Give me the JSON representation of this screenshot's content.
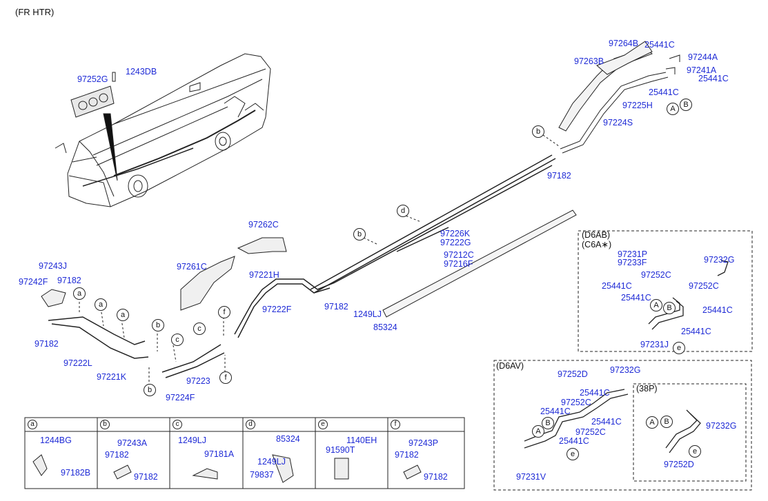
{
  "diagram": {
    "title": "(FR HTR)",
    "main_parts": {
      "p97252G": "97252G",
      "p1243DB": "1243DB",
      "p97264B": "97264B",
      "p25441C_1": "25441C",
      "p97244A": "97244A",
      "p97263B": "97263B",
      "p97241A": "97241A",
      "p25441C_2": "25441C",
      "p25441C_3": "25441C",
      "p97225H": "97225H",
      "p97224S": "97224S",
      "p97182_top": "97182",
      "p97262C": "97262C",
      "p97226K": "97226K",
      "p97222G": "97222G",
      "p97212C": "97212C",
      "p97216F": "97216F",
      "p97261C": "97261C",
      "p97243J": "97243J",
      "p97242F": "97242F",
      "p97182_left": "97182",
      "p97182_left2": "97182",
      "p97221H": "97221H",
      "p97222F": "97222F",
      "p97182_mid": "97182",
      "p1249LJ": "1249LJ",
      "p85324": "85324",
      "p97222L": "97222L",
      "p97221K": "97221K",
      "p97223": "97223",
      "p97224F": "97224F"
    },
    "callouts": {
      "a": "a",
      "b": "b",
      "c": "c",
      "d": "d",
      "e": "e",
      "f": "f",
      "A": "A",
      "B": "B"
    },
    "d6ab_box": {
      "title1": "(D6AB)",
      "title2": "(C6A∗)",
      "p97231P": "97231P",
      "p97233F": "97233F",
      "p97232G": "97232G",
      "p97252C_1": "97252C",
      "p25441C_1": "25441C",
      "p97252C_2": "97252C",
      "p25441C_2": "25441C",
      "p25441C_3": "25441C",
      "p25441C_4": "25441C",
      "p97231J": "97231J"
    },
    "d6av_box": {
      "title": "(D6AV)",
      "p97252D": "97252D",
      "p97232G": "97232G",
      "p25441C_1": "25441C",
      "p97252C_1": "97252C",
      "p25441C_2": "25441C",
      "p25441C_3": "25441C",
      "p97252C_2": "97252C",
      "p25441C_4": "25441C",
      "p97231V": "97231V"
    },
    "p38_box": {
      "title": "(38P)",
      "p97232G": "97232G",
      "p97252D": "97252D"
    },
    "legend": [
      {
        "letter": "a",
        "parts": [
          "1244BG",
          "97182B"
        ]
      },
      {
        "letter": "b",
        "parts": [
          "97243A",
          "97182",
          "97182"
        ]
      },
      {
        "letter": "c",
        "parts": [
          "1249LJ",
          "97181A"
        ]
      },
      {
        "letter": "d",
        "parts": [
          "85324",
          "1249LJ",
          "79837"
        ]
      },
      {
        "letter": "e",
        "parts": [
          "1140EH",
          "91590T"
        ]
      },
      {
        "letter": "f",
        "parts": [
          "97243P",
          "97182",
          "97182"
        ]
      }
    ],
    "colors": {
      "label": "#1f2bd6",
      "line": "#111111"
    }
  }
}
